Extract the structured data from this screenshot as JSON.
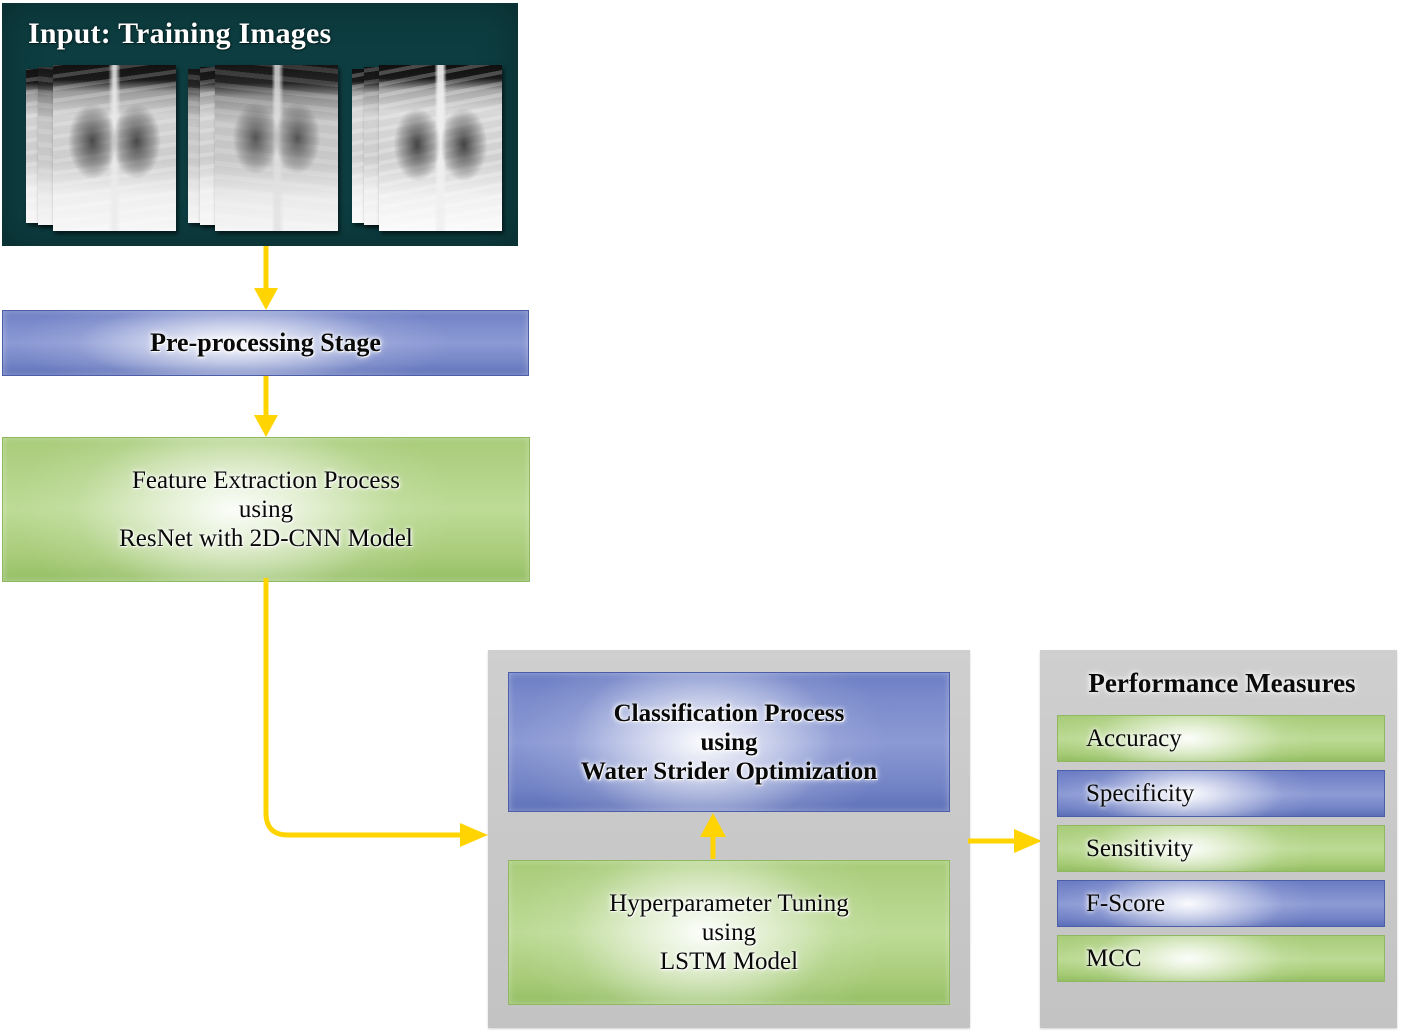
{
  "colors": {
    "input_panel_bg": "#0d3d40",
    "arrow": "#FFD400",
    "blue": "#8b99d4",
    "green": "#bddb96",
    "gray_panel": "#c9c9c9",
    "text": "#0a0a0a"
  },
  "input": {
    "title": "Input: Training Images",
    "images": [
      {
        "alt": "chest-xray-1"
      },
      {
        "alt": "chest-xray-2"
      },
      {
        "alt": "chest-xray-3"
      }
    ]
  },
  "preprocessing": {
    "label": "Pre-processing Stage"
  },
  "feature_extraction": {
    "line1": "Feature Extraction Process",
    "line2": "using",
    "line3": "ResNet with 2D-CNN Model"
  },
  "classification": {
    "line1": "Classification Process",
    "line2": "using",
    "line3": "Water Strider Optimization"
  },
  "hyperparameter": {
    "line1": "Hyperparameter Tuning",
    "line2": "using",
    "line3": "LSTM Model"
  },
  "performance": {
    "title": "Performance Measures",
    "measures": [
      {
        "label": "Accuracy",
        "style": "green"
      },
      {
        "label": "Specificity",
        "style": "blue"
      },
      {
        "label": "Sensitivity",
        "style": "green"
      },
      {
        "label": "F-Score",
        "style": "blue"
      },
      {
        "label": "MCC",
        "style": "green"
      }
    ]
  },
  "flow": {
    "edges": [
      {
        "from": "input",
        "to": "preprocessing",
        "direction": "down"
      },
      {
        "from": "preprocessing",
        "to": "feature",
        "direction": "down"
      },
      {
        "from": "feature",
        "to": "classification",
        "direction": "down-right-elbow"
      },
      {
        "from": "hyperparameter",
        "to": "classification",
        "direction": "up"
      },
      {
        "from": "classification",
        "to": "performance",
        "direction": "right"
      }
    ]
  }
}
